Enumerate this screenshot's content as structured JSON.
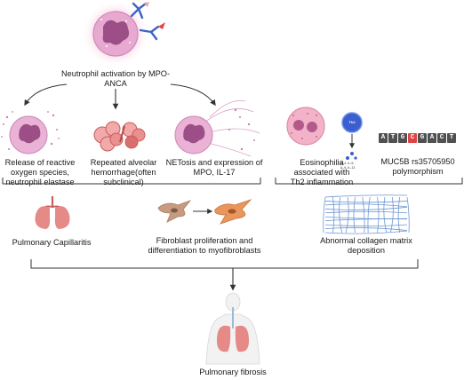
{
  "labels": {
    "neutrophil_activation": [
      "Neutrophil activation by MPO-",
      "ANCA"
    ],
    "ros_release": [
      "Release of reactive",
      "oxygen species,",
      "neutrophil elastase"
    ],
    "alveolar_hemorrhage": [
      "Repeated alveolar",
      "hemorrhage(often",
      "subclinical)"
    ],
    "netosis": [
      "NETosis and expression of",
      "MPO, IL-17"
    ],
    "eosinophilia": [
      "Eosinophilia",
      "associated with",
      "Th2 inflammation"
    ],
    "muc5b": [
      "MUC5B rs35705950",
      "polymorphism"
    ],
    "pulmonary_capillaritis": "Pulmonary Capillaritis",
    "fibroblast": [
      "Fibroblast proliferation and",
      "differentiation to myofibroblasts"
    ],
    "collagen": [
      "Abnormal collagen matrix",
      "deposition"
    ],
    "pulmonary_fibrosis": "Pulmonary fibrosis"
  },
  "th2_cell_label": "Th2",
  "cytokines": [
    "IL-4, IL-5,",
    "IL-9, IL-13"
  ],
  "dna_sequence": [
    "A",
    "T",
    "G",
    "C",
    "G",
    "A",
    "C",
    "T"
  ],
  "colors": {
    "neutrophil": "#e7a9cf",
    "nucleus": "#9b4f86",
    "glow": "#f06aa0",
    "antibody": "#3f63c7",
    "lung": "#e58a86",
    "fibroblast": "#e8965c",
    "collagen": "#6c97d4",
    "th2": "#3b5fcf",
    "arrow": "#333333",
    "dna_dark": "#505050",
    "dna_red": "#e04343"
  }
}
